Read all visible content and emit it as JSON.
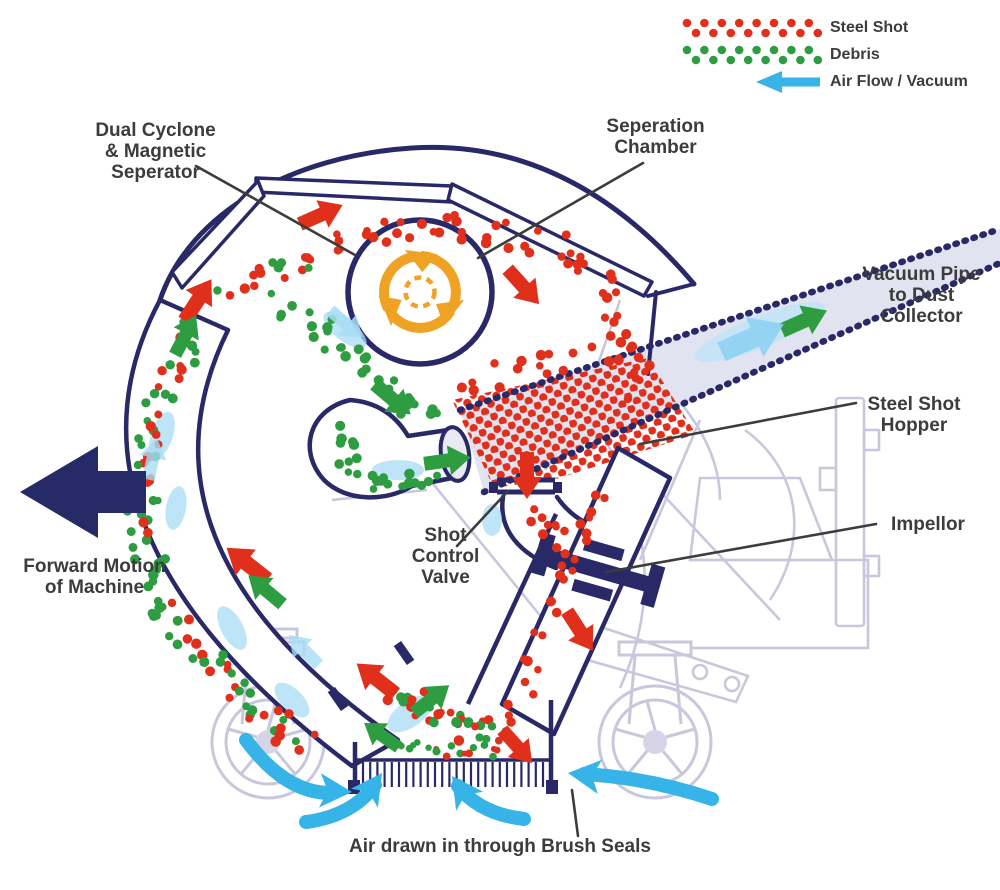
{
  "diagram": {
    "type": "shot-blasting-machine-airflow",
    "legend": {
      "items": [
        {
          "label": "Steel Shot",
          "swatch": "red-dots"
        },
        {
          "label": "Debris",
          "swatch": "green-dots"
        },
        {
          "label": "Air Flow / Vacuum",
          "swatch": "blue-arrow-left"
        }
      ]
    },
    "labels": {
      "dual_cyclone": {
        "line1": "Dual Cyclone",
        "line2": "& Magnetic",
        "line3": "Seperator"
      },
      "separation_chamber": {
        "line1": "Seperation",
        "line2": "Chamber"
      },
      "vacuum_pipe": {
        "line1": "Vacuum Pipe",
        "line2": "to Dust",
        "line3": "Collector"
      },
      "steel_shot_hopper": {
        "line1": "Steel Shot",
        "line2": "Hopper"
      },
      "impellor": {
        "line1": "Impellor"
      },
      "shot_control_valve": {
        "line1": "Shot",
        "line2": "Control",
        "line3": "Valve"
      },
      "forward_motion": {
        "line1": "Forward Motion",
        "line2": "of Machine"
      },
      "brush_seals": {
        "line1": "Air drawn in through Brush Seals"
      }
    },
    "colors": {
      "navy": "#2a2968",
      "red": "#e0301c",
      "green": "#2e9c40",
      "blue": "#36b3e7",
      "light_blue": "#a8dcf5",
      "orange": "#f0a224",
      "faint": "#c8c7dc",
      "label": "#3c3c3c",
      "pipe_fill": "#e2e3f0"
    }
  }
}
